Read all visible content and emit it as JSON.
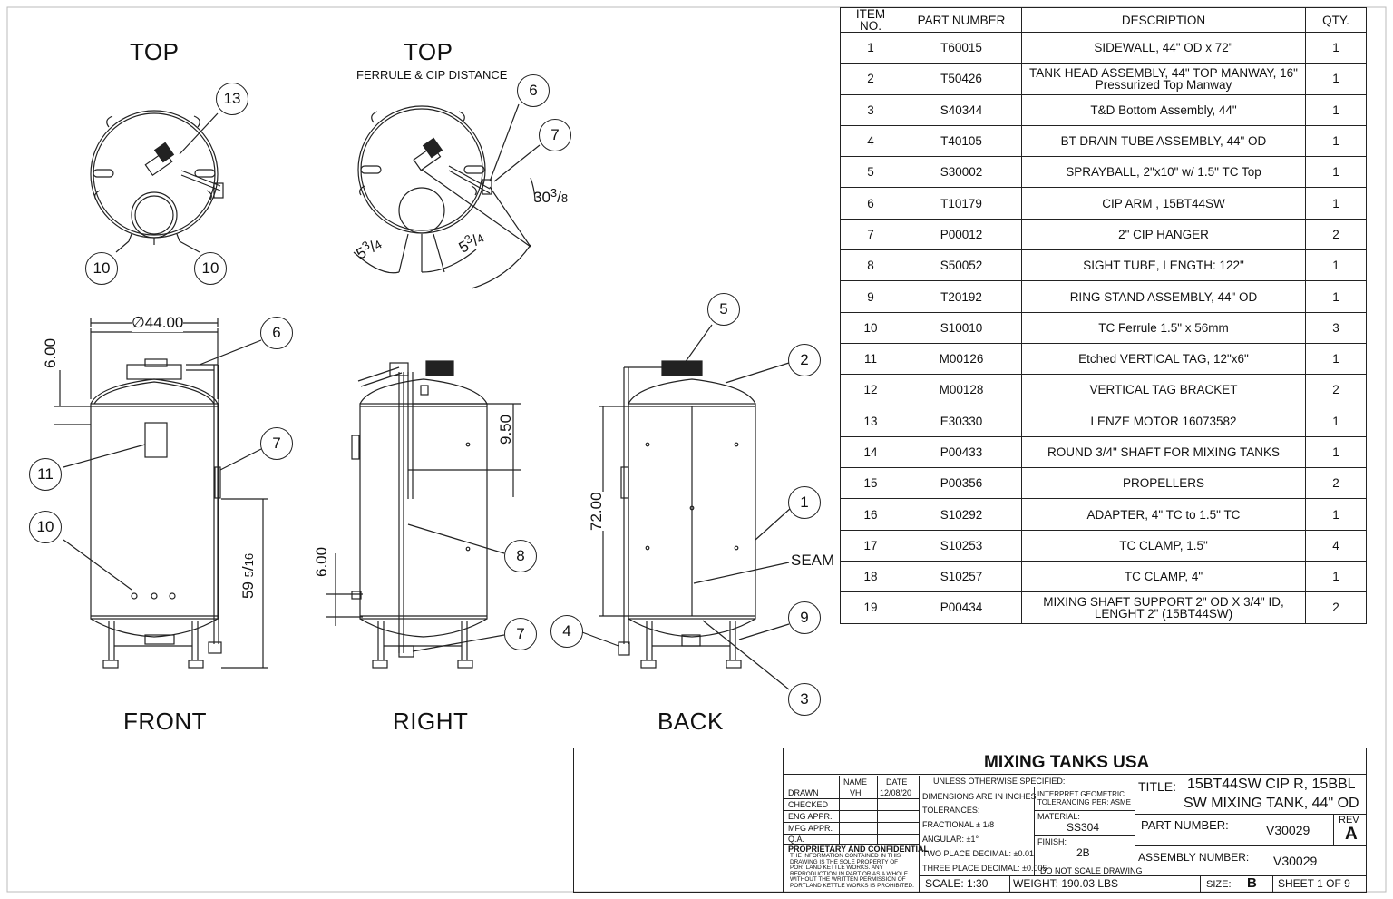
{
  "views": {
    "top1": "TOP",
    "top2": "TOP",
    "top2_sub": "FERRULE & CIP DISTANCE",
    "front": "FRONT",
    "right": "RIGHT",
    "back": "BACK"
  },
  "callouts": {
    "top1": [
      "13",
      "10",
      "10"
    ],
    "top2": [
      "6",
      "7"
    ],
    "front": [
      "6",
      "7",
      "11",
      "10"
    ],
    "right": [
      "8",
      "7"
    ],
    "back": [
      "5",
      "2",
      "1",
      "9",
      "3",
      "4"
    ]
  },
  "dimensions": {
    "diameter": "∅44.00",
    "front_top": "6.00",
    "front_height_whole": "59",
    "front_height_num": "5",
    "front_height_den": "16",
    "right_950": "9.50",
    "right_600": "6.00",
    "back_7200": "72.00",
    "angle_whole": "30",
    "angle_num": "3",
    "angle_den": "8",
    "ferrule_whole": "5",
    "ferrule_num": "3",
    "ferrule_den": "4",
    "seam_label": "SEAM"
  },
  "bom": {
    "headers": [
      "ITEM NO.",
      "PART NUMBER",
      "DESCRIPTION",
      "QTY."
    ],
    "rows": [
      [
        "1",
        "T60015",
        "SIDEWALL, 44\" OD x 72\"",
        "1"
      ],
      [
        "2",
        "T50426",
        "TANK HEAD ASSEMBLY, 44\" TOP MANWAY, 16\" Pressurized Top Manway",
        "1"
      ],
      [
        "3",
        "S40344",
        "T&D Bottom Assembly, 44\"",
        "1"
      ],
      [
        "4",
        "T40105",
        "BT DRAIN TUBE ASSEMBLY, 44\" OD",
        "1"
      ],
      [
        "5",
        "S30002",
        "SPRAYBALL, 2\"x10\" w/ 1.5\" TC Top",
        "1"
      ],
      [
        "6",
        "T10179",
        "CIP ARM , 15BT44SW",
        "1"
      ],
      [
        "7",
        "P00012",
        "2\" CIP HANGER",
        "2"
      ],
      [
        "8",
        "S50052",
        "SIGHT TUBE, LENGTH: 122\"",
        "1"
      ],
      [
        "9",
        "T20192",
        "RING STAND ASSEMBLY, 44\" OD",
        "1"
      ],
      [
        "10",
        "S10010",
        "TC Ferrule 1.5\" x 56mm",
        "3"
      ],
      [
        "11",
        "M00126",
        "Etched VERTICAL TAG, 12\"x6\"",
        "1"
      ],
      [
        "12",
        "M00128",
        "VERTICAL TAG BRACKET",
        "2"
      ],
      [
        "13",
        "E30330",
        "LENZE MOTOR 16073582",
        "1"
      ],
      [
        "14",
        "P00433",
        "ROUND 3/4\" SHAFT FOR MIXING TANKS",
        "1"
      ],
      [
        "15",
        "P00356",
        "PROPELLERS",
        "2"
      ],
      [
        "16",
        "S10292",
        "ADAPTER, 4\" TC to 1.5\" TC",
        "1"
      ],
      [
        "17",
        "S10253",
        "TC CLAMP, 1.5\"",
        "4"
      ],
      [
        "18",
        "S10257",
        "TC CLAMP, 4\"",
        "1"
      ],
      [
        "19",
        "P00434",
        "MIXING SHAFT SUPPORT 2\" OD X 3/4\" ID, LENGHT 2\" (15BT44SW)",
        "2"
      ]
    ]
  },
  "title_block": {
    "company": "MIXING TANKS USA",
    "name_hdr": "NAME",
    "date_hdr": "DATE",
    "roles": [
      "DRAWN",
      "CHECKED",
      "ENG APPR.",
      "MFG APPR.",
      "Q.A."
    ],
    "drawn_name": "VH",
    "drawn_date": "12/08/20",
    "unless": "UNLESS OTHERWISE SPECIFIED:",
    "dims_in": "DIMENSIONS ARE IN INCHES",
    "tolerances": "TOLERANCES:",
    "fractional": "FRACTIONAL ± 1/8",
    "angular": "ANGULAR: ±1°",
    "two_place": "TWO PLACE DECIMAL: ±0.01",
    "three_place": "THREE PLACE DECIMAL: ±0.005",
    "interpret": "INTERPRET GEOMETRIC TOLERANCING PER: ASME",
    "material_lbl": "MATERIAL:",
    "material": "SS304",
    "finish_lbl": "FINISH:",
    "finish": "2B",
    "no_scale": "DO NOT SCALE DRAWING",
    "proprietary": "PROPRIETARY AND CONFIDENTIAL",
    "prop_text": "THE INFORMATION CONTAINED IN THIS DRAWING IS THE SOLE PROPERTY OF PORTLAND KETTLE WORKS. ANY REPRODUCTION IN PART OR AS A WHOLE WITHOUT THE WRITTEN PERMISSION OF PORTLAND KETTLE WORKS IS PROHIBITED.",
    "title_lbl": "TITLE:",
    "title_line1": "15BT44SW CIP R, 15BBL",
    "title_line2": "SW MIXING TANK, 44\" OD",
    "part_lbl": "PART NUMBER:",
    "part_no": "V30029",
    "rev_lbl": "REV",
    "rev": "A",
    "assembly_lbl": "ASSEMBLY NUMBER:",
    "assembly_no": "V30029",
    "scale": "SCALE: 1:30",
    "weight": "WEIGHT: 190.03 LBS",
    "size_lbl": "SIZE:",
    "size": "B",
    "sheet": "SHEET 1 OF 9"
  }
}
